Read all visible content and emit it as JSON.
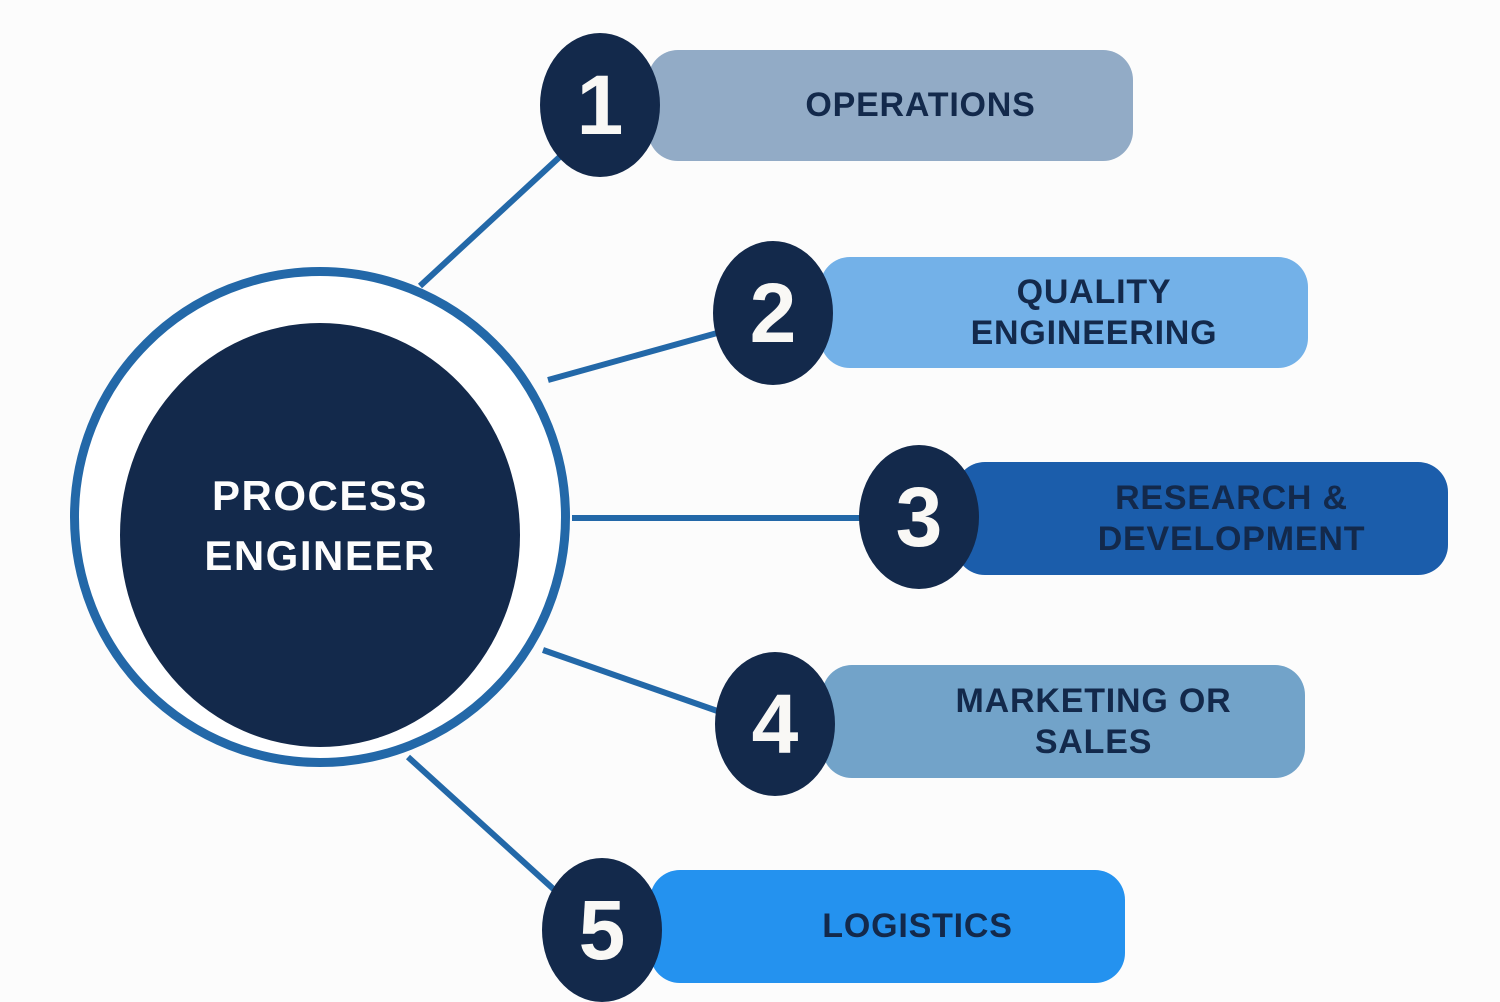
{
  "diagram": {
    "title": "Process Engineer career paths diagram",
    "center": {
      "label": "PROCESS\nENGINEER"
    },
    "items": [
      {
        "number": "1",
        "label": "OPERATIONS",
        "bar_color": "#92abc6"
      },
      {
        "number": "2",
        "label": "QUALITY\nENGINEERING",
        "bar_color": "#73b1e8"
      },
      {
        "number": "3",
        "label": "RESEARCH &\nDEVELOPMENT",
        "bar_color": "#1b5dab"
      },
      {
        "number": "4",
        "label": "MARKETING OR\nSALES",
        "bar_color": "#72a3c9"
      },
      {
        "number": "5",
        "label": "LOGISTICS",
        "bar_color": "#2492ef"
      }
    ],
    "colors": {
      "bg": "#fcfcfc",
      "navy": "#13294b",
      "ring-blue": "#2368a8",
      "label-text": "#13294b",
      "number-text": "#f9f8f5",
      "center-text": "#fdfdfd"
    }
  }
}
